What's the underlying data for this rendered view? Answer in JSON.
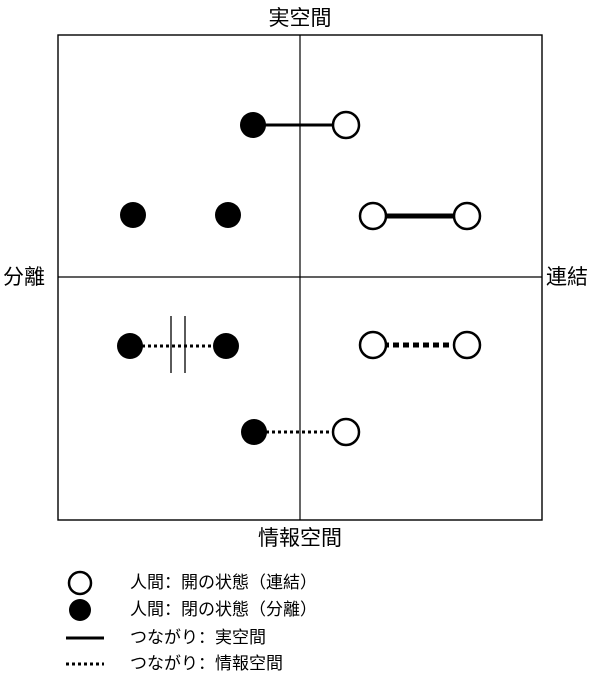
{
  "axes": {
    "top": "実空間",
    "bottom": "情報空間",
    "left": "分離",
    "right": "連結"
  },
  "legend": [
    {
      "symbol": "open-circle",
      "text": "人間：開の状態（連結）"
    },
    {
      "symbol": "filled-circle",
      "text": "人間：閉の状態（分離）"
    },
    {
      "symbol": "solid-line",
      "text": "つながり：実空間"
    },
    {
      "symbol": "dotted-line",
      "text": "つながり：情報空間"
    }
  ],
  "colors": {
    "ink": "#000000",
    "paper": "#ffffff"
  }
}
